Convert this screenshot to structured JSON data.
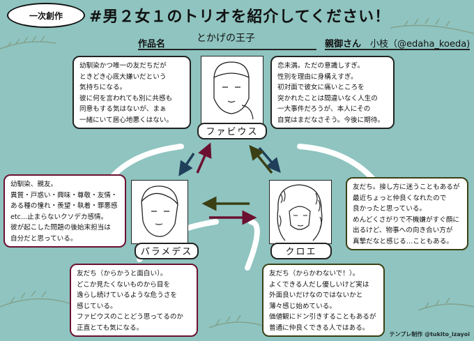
{
  "header": {
    "category_bubble": "一次創作",
    "title": "#男２女１のトリオを紹介してください！",
    "work_label": "作品名",
    "work_title": "とかげの王子",
    "author_label": "親御さん",
    "author_name": "小枝（@edaha_koeda)"
  },
  "characters": {
    "top": {
      "name": "ファビウス",
      "portrait_icon": "male-portrait-icon"
    },
    "left": {
      "name": "パラメデス",
      "portrait_icon": "male-portrait-icon"
    },
    "right": {
      "name": "クロエ",
      "portrait_icon": "female-portrait-icon"
    }
  },
  "notes": {
    "fabius_to_palamedes": [
      "幼馴染かつ唯一の友だちだが",
      "ときどき心底大嫌いだという",
      "気持ちになる。",
      "彼に何を言われても別に共感も",
      "同意もする気はないが、まぁ",
      "一緒にいて居心地悪くはない。"
    ],
    "fabius_to_chloe": [
      "恋未満。ただの意識しすぎ。",
      "性別を理由に身構えすぎ。",
      "初対面で彼女に痛いところを",
      "突かれたことは間違いなく人生の",
      "一大事件だろうが、本人にその",
      "自覚はまだなさそう。今後に期待。"
    ],
    "palamedes_to_fabius": [
      "幼馴染、親友。",
      "異質・戸惑い・興味・尊敬・友情・",
      "ある種の憧れ・羨望・執着・罪悪感",
      "etc...止まらないクソデカ感情。",
      "彼が起こした問題の後始末担当は",
      "自分だと思っている。"
    ],
    "chloe_to_fabius": [
      "友だち。接し方に迷うこともあるが",
      "最近ちょっと仲良くなれたので",
      "良かったと思っている。",
      "めんどくさがりで不機嫌がすぐ顔に",
      "出るけど、物事への向き合い方が",
      "真摯だなと感じる…こともある。"
    ],
    "palamedes_to_chloe": [
      "友だち（からかうと面白い）。",
      "どこか見たくないものから目を",
      "逸らし続けているような危うさを",
      "感じている。",
      "ファビウスのことどう思ってるのか",
      "正直とても気になる。"
    ],
    "chloe_to_palamedes": [
      "友だち（からかわないで！）。",
      "よくできる人だし優しいけど実は",
      "外面良いだけなのではないかと",
      "薄々感じ始めている。",
      "価値観にドン引きすることもあるが",
      "普通に仲良くできる人ではある。"
    ]
  },
  "footer": {
    "credit": "テンプレ制作 @tukito_izayoi"
  },
  "colors": {
    "background": "#8fc4c0",
    "maroon": "#6b1030",
    "navy": "#1f3f5a",
    "olive": "#3a3f14",
    "leaf": "#7d9478"
  }
}
